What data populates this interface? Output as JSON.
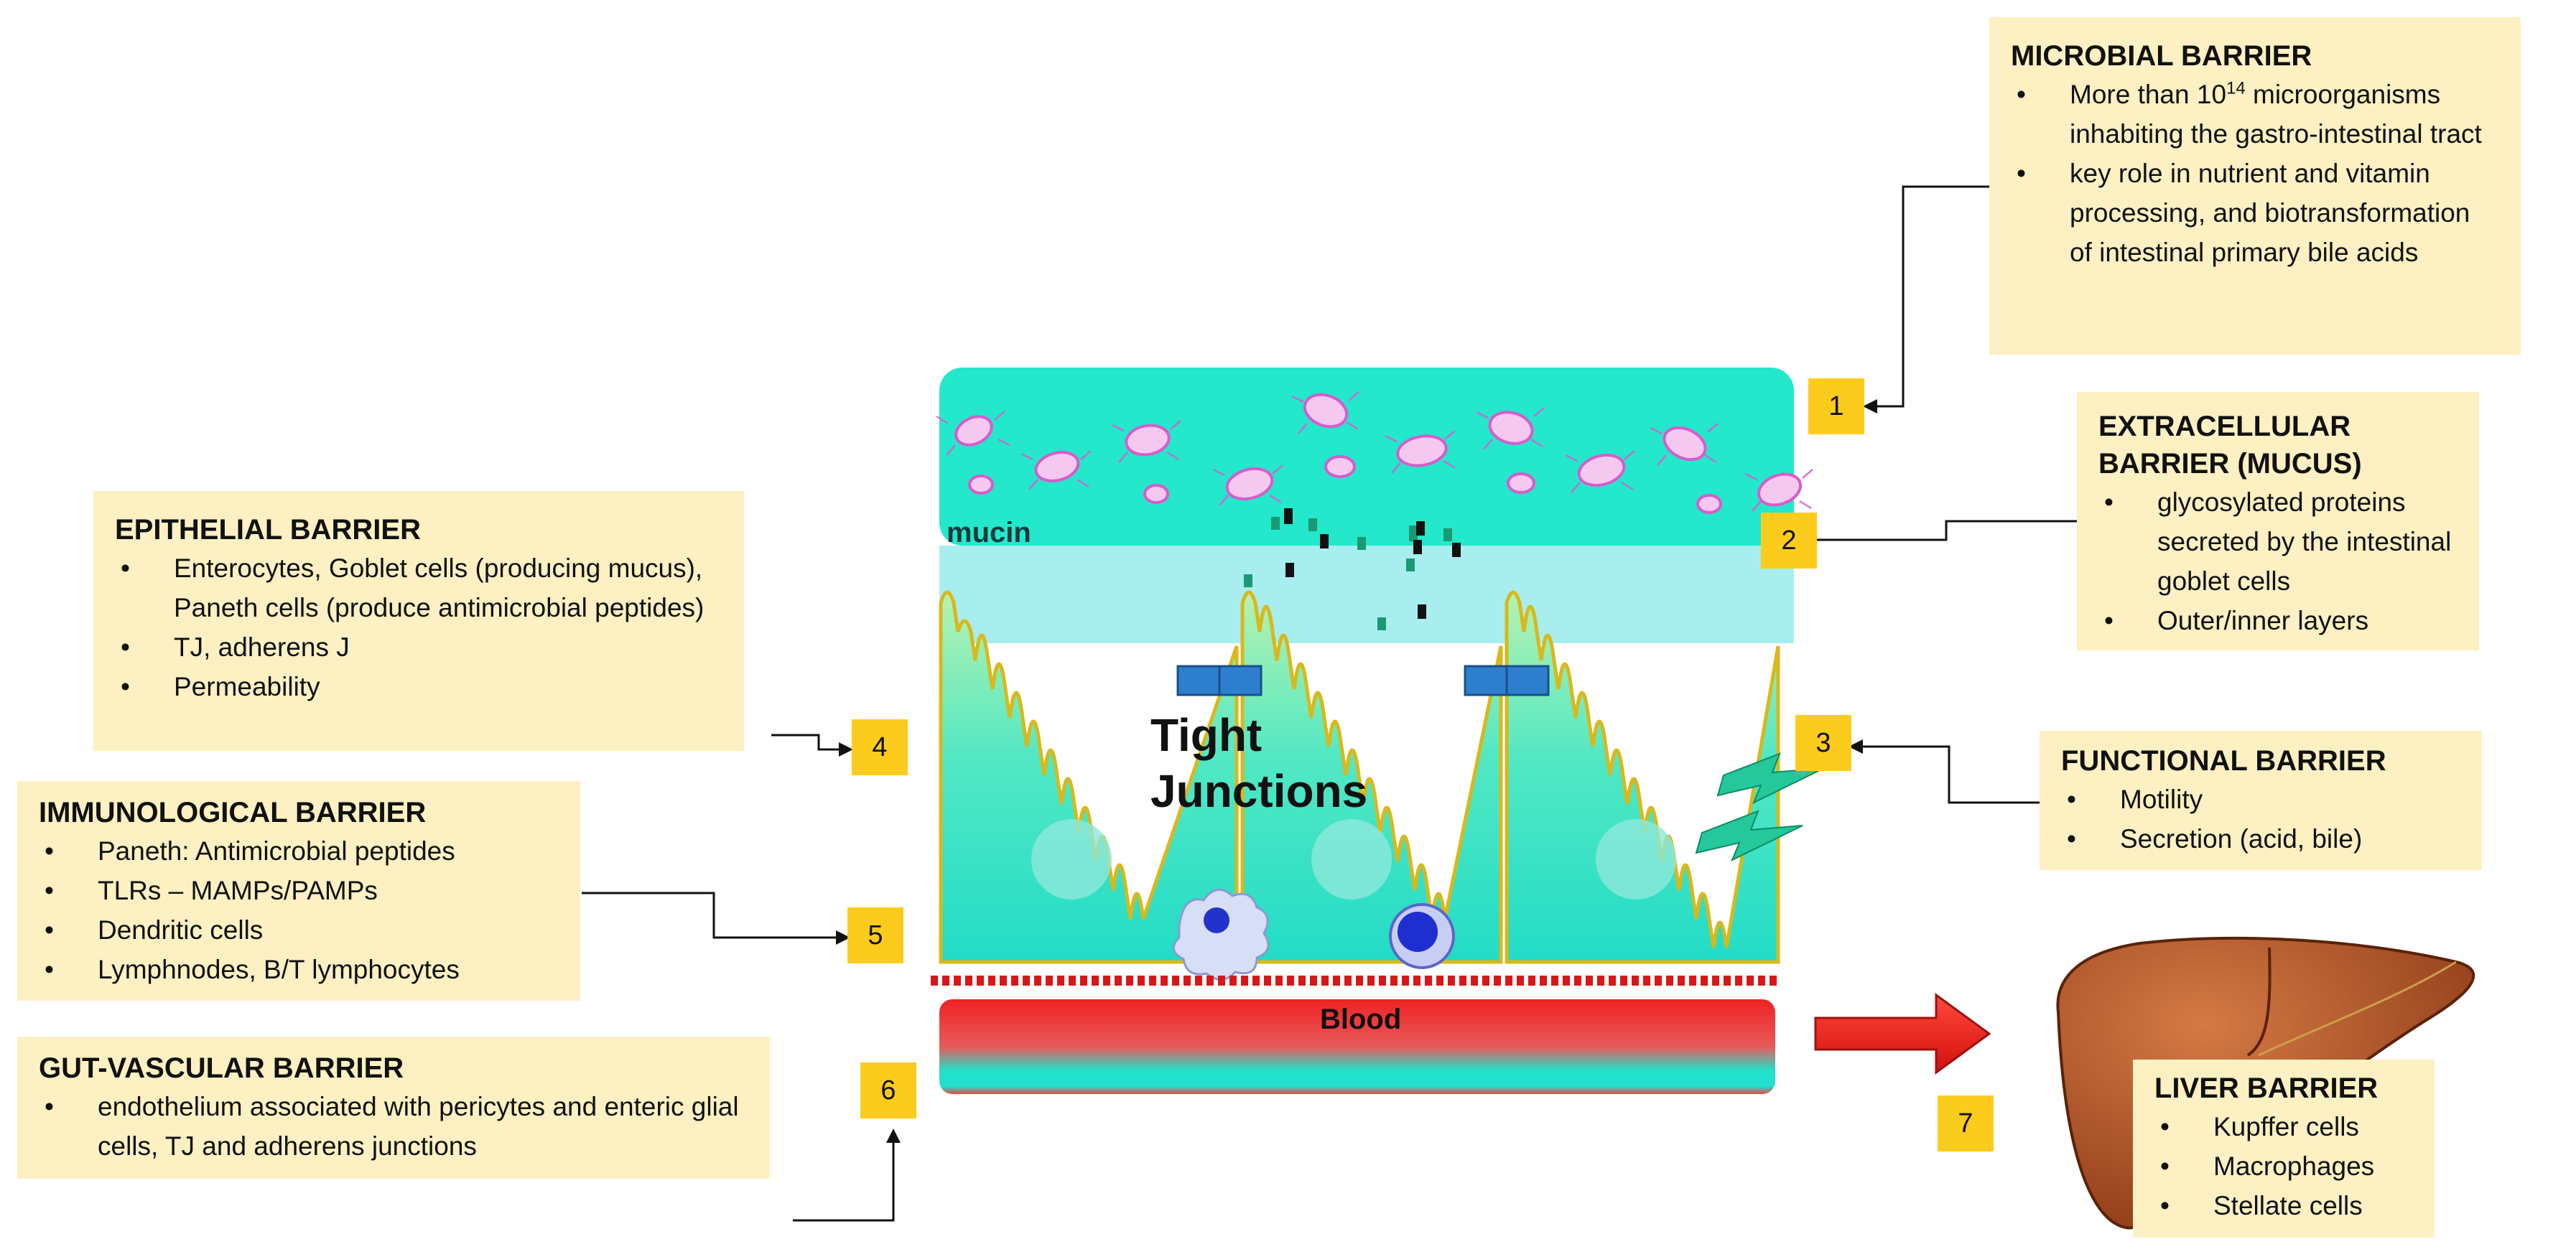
{
  "diagram": {
    "labels": {
      "mucin": "mucin",
      "tight_junctions": "Tight Junctions",
      "blood": "Blood"
    },
    "numbers": [
      "1",
      "2",
      "3",
      "4",
      "5",
      "6",
      "7"
    ],
    "colors": {
      "box_fill": "#fdf0c2",
      "number_fill": "#fccc1c",
      "lumen": "#23e8cc",
      "cell": "#3ee8c8",
      "blood": "#ee2424",
      "arrow": "#e61e1e",
      "liver": "#b5542a"
    }
  },
  "boxes": {
    "microbial": {
      "title": "MICROBIAL BARRIER",
      "b1_pre": "More than 10",
      "b1_sup": "14",
      "b1_post": " microorganisms inhabiting the gastro-intestinal tract",
      "b2": "key role in nutrient and vitamin processing, and biotransformation of intestinal primary bile acids"
    },
    "extracellular": {
      "title": "EXTRACELLULAR BARRIER (MUCUS)",
      "items": [
        "glycosylated proteins secreted by the intestinal goblet cells",
        "Outer/inner layers"
      ]
    },
    "epithelial": {
      "title": "EPITHELIAL BARRIER",
      "items": [
        "Enterocytes, Goblet cells (producing mucus), Paneth cells (produce antimicrobial peptides)",
        "TJ, adherens J",
        "Permeability"
      ]
    },
    "immunological": {
      "title": "IMMUNOLOGICAL BARRIER",
      "items": [
        "Paneth: Antimicrobial peptides",
        "TLRs – MAMPs/PAMPs",
        "Dendritic cells",
        "Lymphnodes, B/T lymphocytes"
      ]
    },
    "functional": {
      "title": "FUNCTIONAL BARRIER",
      "items": [
        "Motility",
        "Secretion (acid, bile)"
      ]
    },
    "gutvascular": {
      "title": "GUT-VASCULAR BARRIER",
      "items": [
        "endothelium associated with pericytes and enteric glial cells, TJ and adherens junctions"
      ]
    },
    "liver": {
      "title": "LIVER BARRIER",
      "items": [
        "Kupffer cells",
        "Macrophages",
        "Stellate cells"
      ]
    }
  }
}
